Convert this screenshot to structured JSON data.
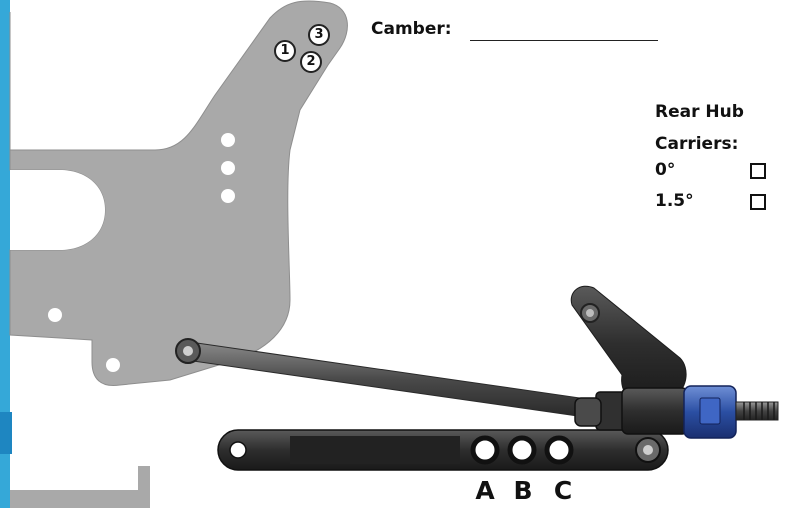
{
  "camber": {
    "label": "Camber:"
  },
  "rear_hub_carriers": {
    "title_line1": "Rear Hub",
    "title_line2": "Carriers:",
    "options": [
      {
        "label": "0°",
        "checked": false
      },
      {
        "label": "1.5°",
        "checked": false
      }
    ]
  },
  "upper_holes": [
    "1",
    "2",
    "3"
  ],
  "lower_positions": [
    "A",
    "B",
    "C"
  ],
  "colors": {
    "plate": "#a9a9a9",
    "arm": "#3a3a3a",
    "nut": "#2b4fa3",
    "edge_accent": "#35a8d8"
  }
}
